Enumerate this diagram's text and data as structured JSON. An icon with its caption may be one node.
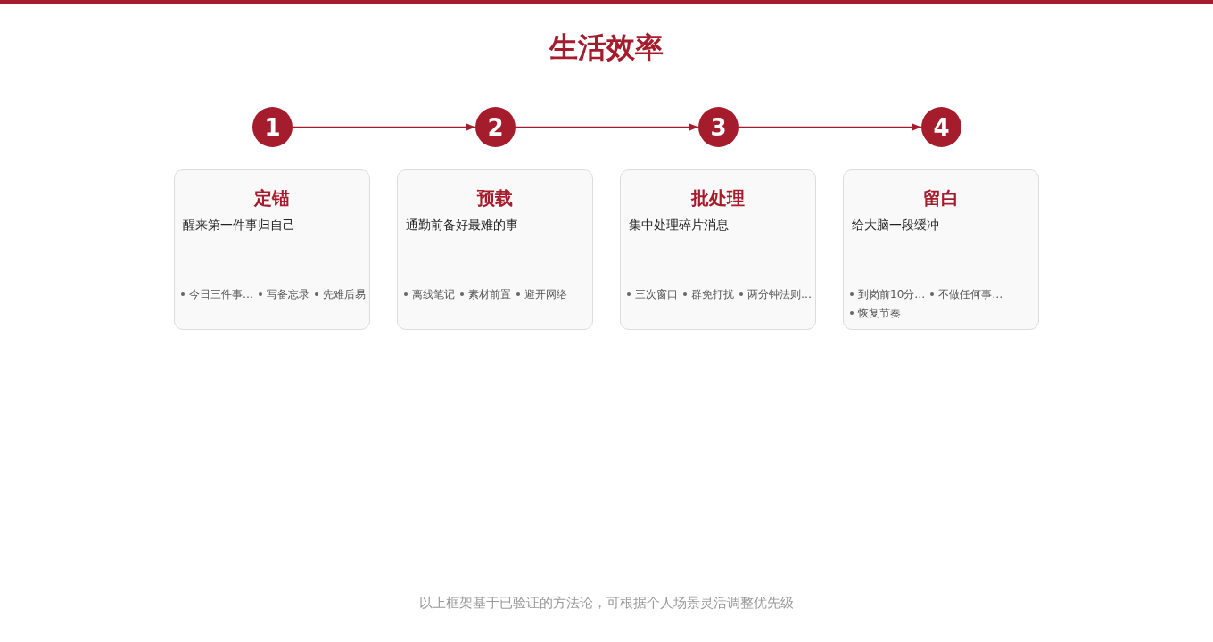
{
  "diagram": {
    "title": "生活效率",
    "nodes": [
      {
        "text": [
          "1"
        ]
      },
      {
        "text": [
          "2"
        ]
      },
      {
        "text": [
          "3"
        ]
      },
      {
        "text": [
          "4"
        ]
      },
      {
        "text": [
          "定锚",
          "醒来第一件事归自己",
          "今日三件事…",
          "写备忘录",
          "先难后易"
        ]
      },
      {
        "text": [
          "预载",
          "通勤前备好最难的事",
          "离线笔记",
          "素材前置",
          "避开网络"
        ]
      },
      {
        "text": [
          "批处理",
          "集中处理碎片消息",
          "三次窗口",
          "群免打扰",
          "两分钟法则…"
        ]
      },
      {
        "text": [
          "留白",
          "给大脑一段缓冲",
          "到岗前10分…",
          "不做任何事…",
          "恢复节奏"
        ]
      }
    ],
    "edges": [
      {
        "from": 0,
        "to": 1,
        "arrow": "to"
      },
      {
        "from": 1,
        "to": 2,
        "arrow": "to"
      },
      {
        "from": 2,
        "to": 3,
        "arrow": "to"
      }
    ],
    "caption": "以上框架基于已验证的方法论，可根据个人场景灵活调整优先级"
  }
}
